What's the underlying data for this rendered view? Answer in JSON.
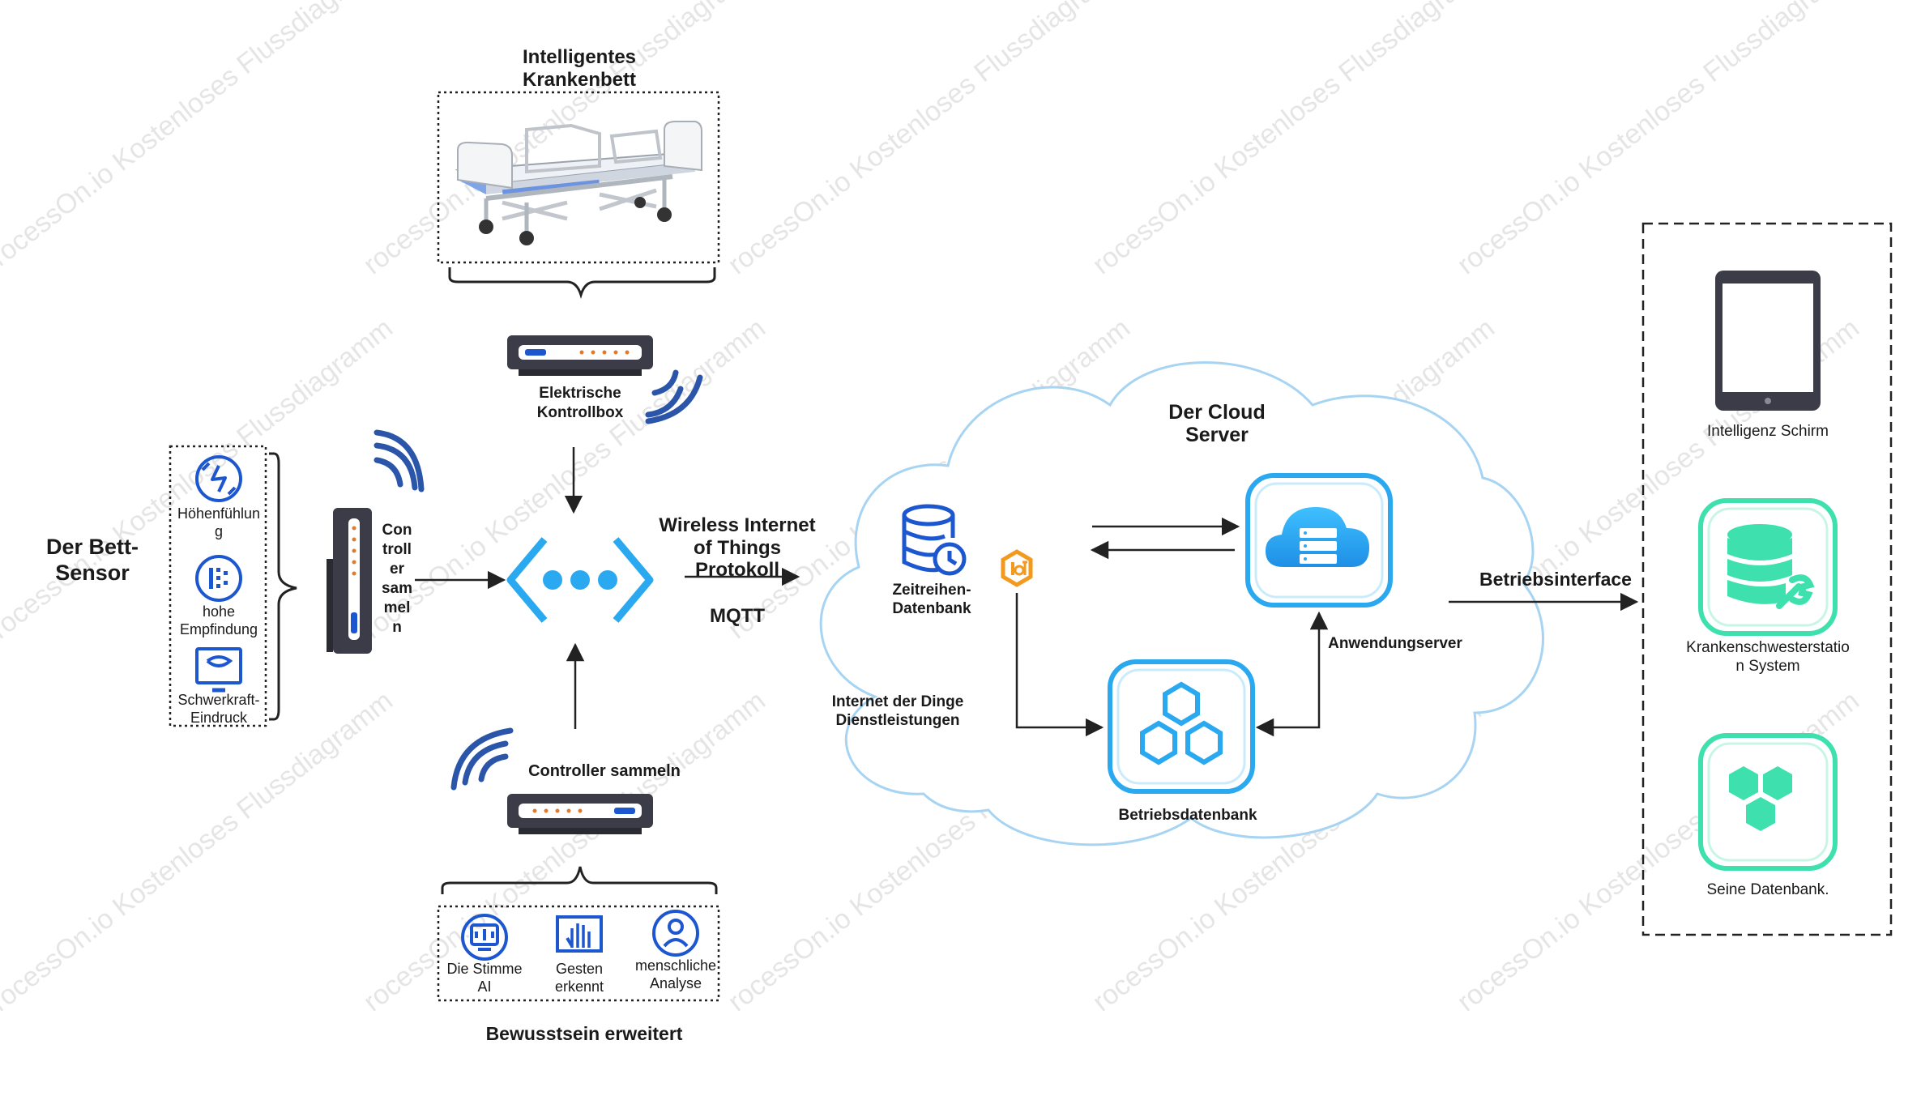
{
  "watermark": "rocessOn.io Kostenloses Flussdiagramm",
  "labels": {
    "bed_title_1": "Intelligentes",
    "bed_title_2": "Krankenbett",
    "control_box_1": "Elektrische",
    "control_box_2": "Kontrollbox",
    "bed_sensor_1": "Der Bett-",
    "bed_sensor_2": "Sensor",
    "controller_lines": [
      "Con",
      "troll",
      "er",
      "sam",
      "mel",
      "n"
    ],
    "controller_bottom": "Controller sammeln",
    "protocol_1": "Wireless Internet",
    "protocol_2": "of Things",
    "protocol_3": "Protokoll",
    "mqtt": "MQTT",
    "consciousness": "Bewusstsein erweitert",
    "cloud_1": "Der Cloud",
    "cloud_2": "Server",
    "timeseries_1": "Zeitreihen-",
    "timeseries_2": "Datenbank",
    "iot_services_1": "Internet der Dinge",
    "iot_services_2": "Dienstleistungen",
    "app_server": "Anwendungserver",
    "ops_db": "Betriebsdatenbank",
    "ops_interface": "Betriebsinterface",
    "smart_screen": "Intelligenz Schirm",
    "nurse_1": "Krankenschwesterstatio",
    "nurse_2": "n System",
    "his_db": "Seine Datenbank."
  },
  "sensors": [
    {
      "icon": "height-sensing-icon",
      "line1": "Höhenfühlun",
      "line2": "g"
    },
    {
      "icon": "high-sensitivity-icon",
      "line1": "hohe",
      "line2": "Empfindung"
    },
    {
      "icon": "gravity-impression-icon",
      "line1": "Schwerkraft-",
      "line2": "Eindruck"
    }
  ],
  "features": [
    {
      "icon": "voice-ai-icon",
      "line1": "Die Stimme",
      "line2": "AI"
    },
    {
      "icon": "gesture-recognition-icon",
      "line1": "Gesten",
      "line2": "erkennt"
    },
    {
      "icon": "human-analysis-icon",
      "line1": "menschliche",
      "line2": "Analyse"
    }
  ],
  "colors": {
    "dark_blue": "#2b55a8",
    "icon_blue": "#1d57d0",
    "cloud_outline": "#a7d4f2",
    "cloud_blue": "#2aa9f0",
    "green": "#3ee0ad",
    "orange": "#f39a1e",
    "device_dark": "#3c3c48"
  }
}
